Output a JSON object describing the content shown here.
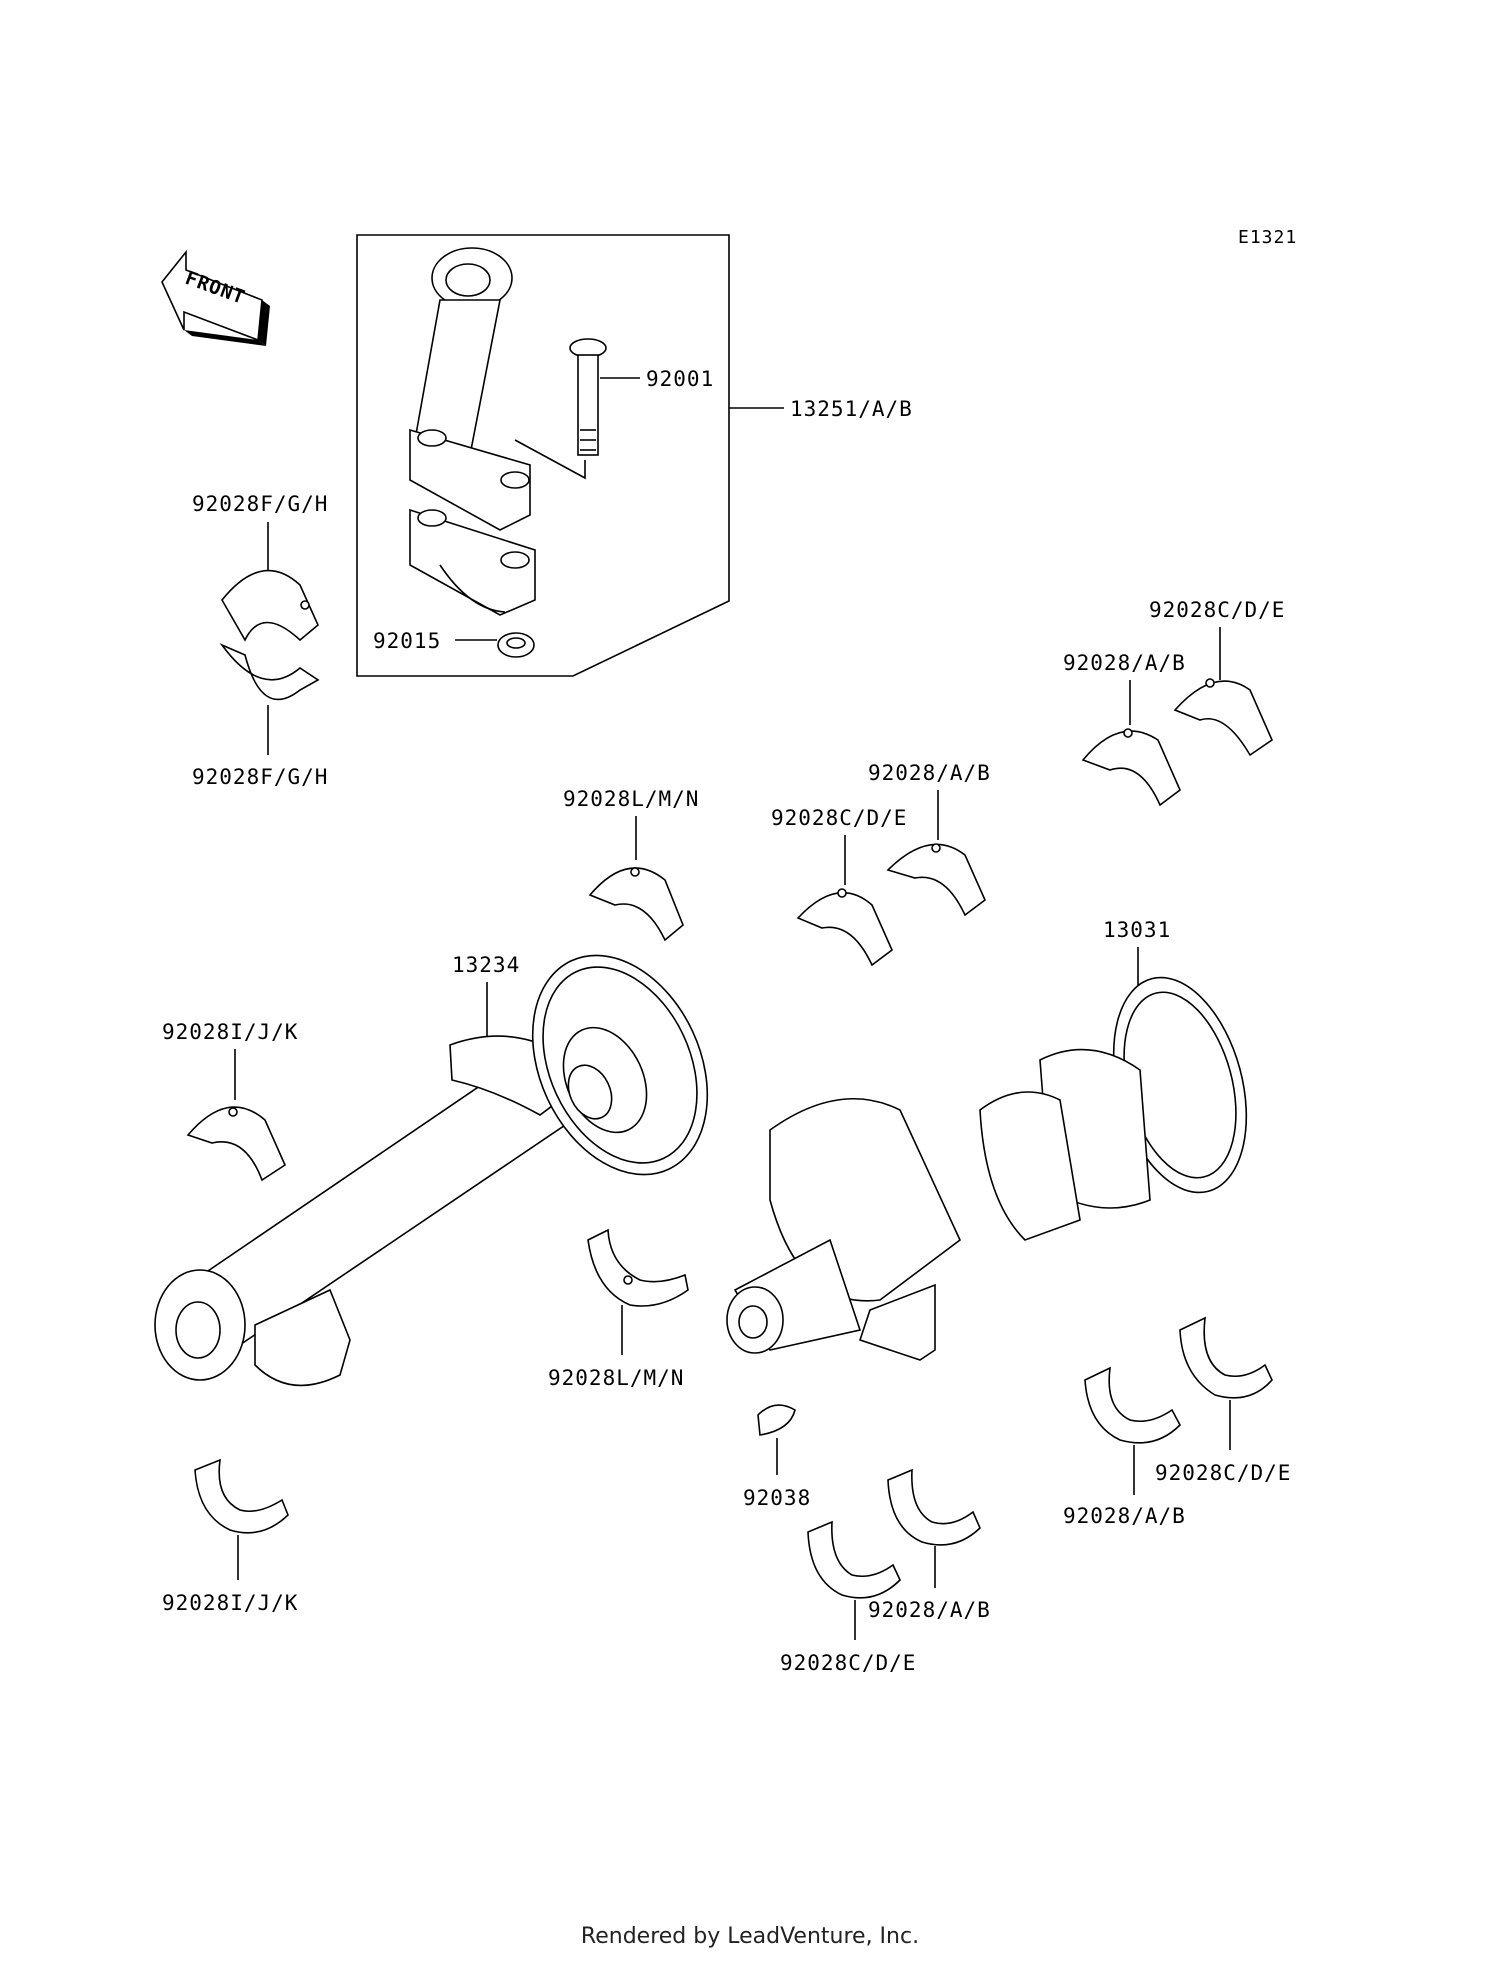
{
  "diagram_code": "E1321",
  "front_label": "FRONT",
  "labels": {
    "p92001": "92001",
    "p13251": "13251/A/B",
    "p92015": "92015",
    "p92028fgh_top": "92028F/G/H",
    "p92028fgh_bottom": "92028F/G/H",
    "p92028cde_upper_right": "92028C/D/E",
    "p92028ab_upper_right": "92028/A/B",
    "p92028lmn_upper": "92028L/M/N",
    "p92028cde_mid": "92028C/D/E",
    "p92028ab_mid": "92028/A/B",
    "p13234": "13234",
    "p13031": "13031",
    "p92028ijk_upper": "92028I/J/K",
    "p92028lmn_lower": "92028L/M/N",
    "p92038": "92038",
    "p92028cde_lower_right": "92028C/D/E",
    "p92028ab_lower_right": "92028/A/B",
    "p92028ijk_lower": "92028I/J/K",
    "p92028ab_bottom": "92028/A/B",
    "p92028cde_bottom": "92028C/D/E"
  },
  "footer": "Rendered by LeadVenture, Inc."
}
